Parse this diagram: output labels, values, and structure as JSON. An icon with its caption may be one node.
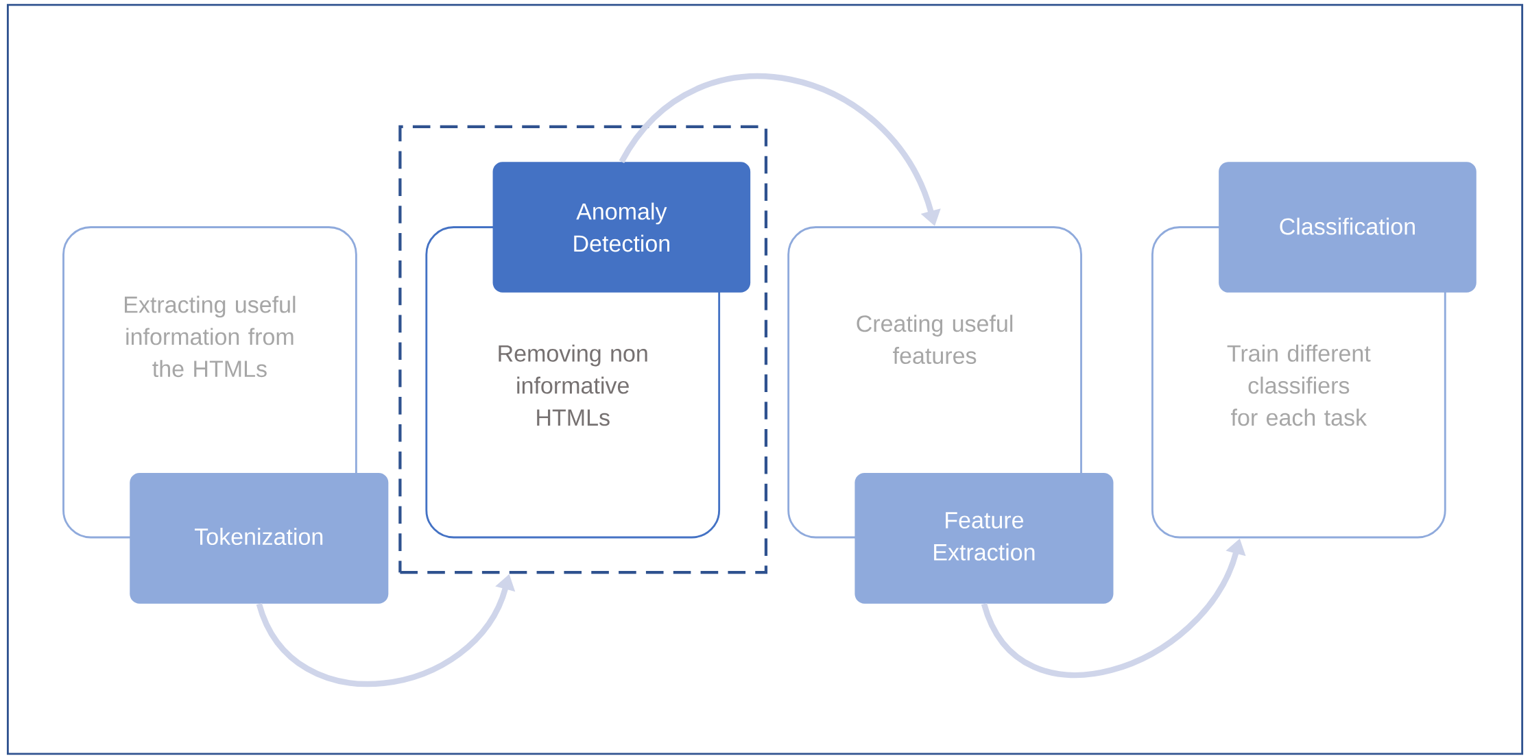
{
  "diagram": {
    "nodes": [
      {
        "text": [
          "Extracting useful information from the HTMLs"
        ]
      },
      {
        "text": [
          "Tokenization"
        ]
      },
      {
        "text": [],
        "shape": "box"
      },
      {
        "text": [
          "Removing non informative HTMLs"
        ],
        "in": 2
      },
      {
        "text": [
          "Anomaly Detection"
        ],
        "in": 2
      },
      {
        "text": [
          "Creating useful features"
        ]
      },
      {
        "text": [
          "Feature Extraction"
        ]
      },
      {
        "text": [
          "Train different classifiers for each task"
        ]
      },
      {
        "text": [
          "Classification"
        ]
      }
    ],
    "edges": [
      {
        "from": 1,
        "to": 2,
        "arrow": "to"
      },
      {
        "from": 4,
        "to": 5,
        "arrow": "to"
      },
      {
        "from": 6,
        "to": 7,
        "arrow": "to"
      }
    ]
  }
}
